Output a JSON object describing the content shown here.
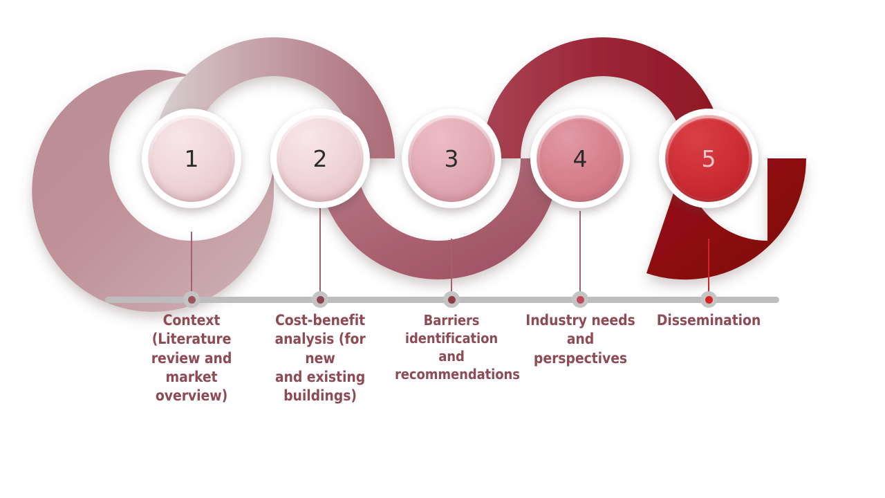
{
  "diagram": {
    "type": "s-curve-process-timeline",
    "step_count": 5,
    "axis": {
      "name": "timeline-axis",
      "color": "#bdbdbd"
    },
    "steps": [
      {
        "number": "1",
        "label": "Context\n(Literature\nreview and\nmarket\noverview)",
        "circle_color": "#edd2d6",
        "number_color": "#2b2b2b",
        "dot_color": "#9c5560",
        "ribbon_color": "#c09199"
      },
      {
        "number": "2",
        "label": "Cost-benefit\nanalysis (for new\nand existing\nbuildings)",
        "circle_color": "#eed2d7",
        "number_color": "#2b2b2b",
        "dot_color": "#8e4450",
        "ribbon_color": "#bd8b94"
      },
      {
        "number": "3",
        "label": "Barriers\nidentification\nand\nrecommendations",
        "circle_color": "#e0a8b1",
        "number_color": "#2b2b2b",
        "dot_color": "#8f3c4a",
        "ribbon_color": "#b06a77"
      },
      {
        "number": "4",
        "label": "Industry needs\nand perspectives",
        "circle_color": "#d97f8c",
        "number_color": "#2b2b2b",
        "dot_color": "#c2495a",
        "ribbon_color": "#a33343"
      },
      {
        "number": "5",
        "label": "Dissemination",
        "circle_color": "#cc2b31",
        "number_color": "#e7c9cb",
        "dot_color": "#d81f21",
        "ribbon_color": "#8e0b10"
      }
    ],
    "palette": {
      "label_text": "#8d4b54",
      "stem": "#a4616b",
      "axis": "#bdbdbd",
      "axis_dot_ring": "#c4c4c4",
      "background": "#ffffff"
    }
  }
}
